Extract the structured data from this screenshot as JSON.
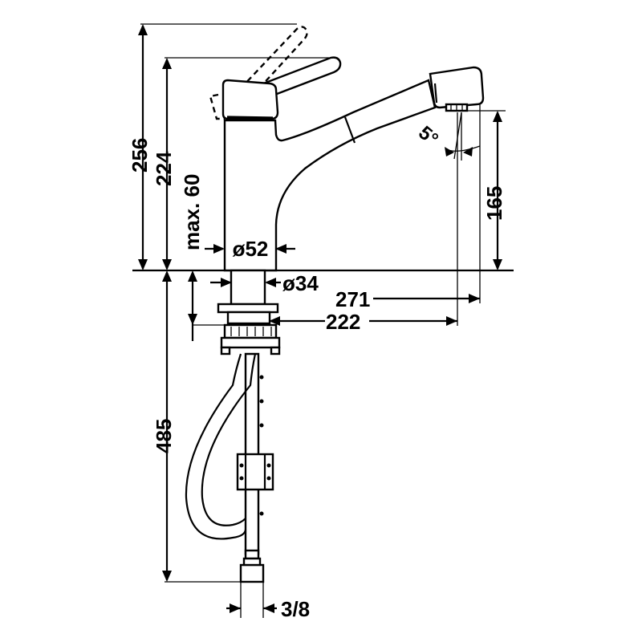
{
  "dimensions": {
    "total_height": "256",
    "faucet_height": "224",
    "max_deck": "max. 60",
    "body_diameter": "ø52",
    "shank_diameter": "ø34",
    "reach_outer": "271",
    "reach_inner": "222",
    "spout_height": "165",
    "spout_angle": "5°",
    "hose_length": "485",
    "connection": "3/8"
  }
}
